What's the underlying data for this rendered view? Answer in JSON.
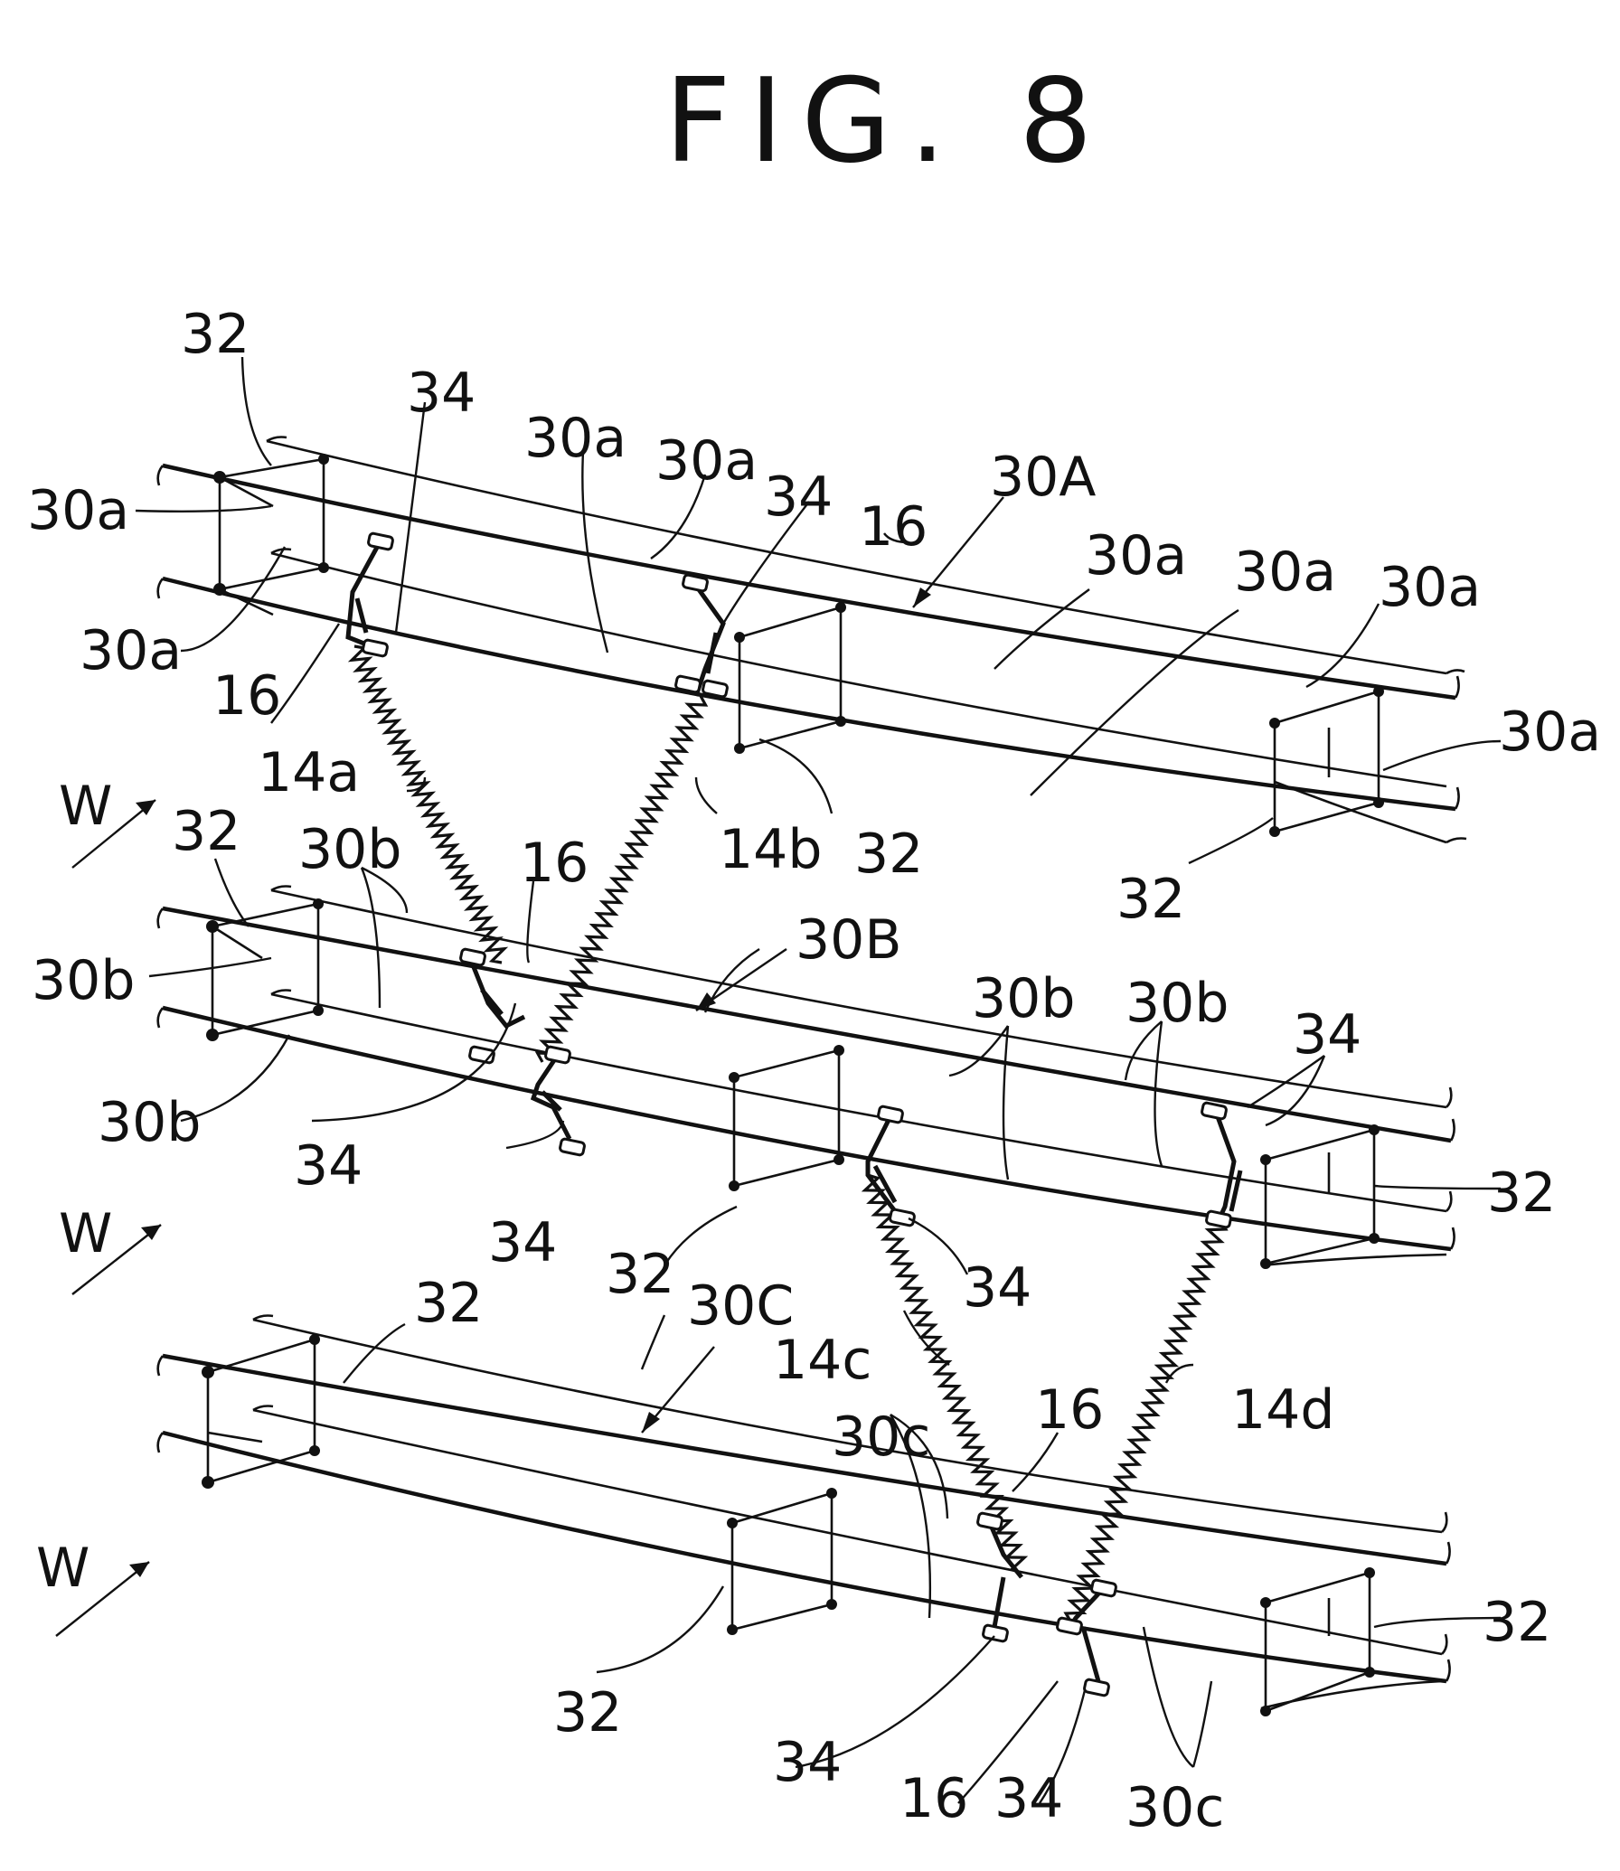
{
  "figure": {
    "title": "FIG. 8"
  },
  "labels": {
    "l_32_a1": "32",
    "l_34_a1": "34",
    "l_30a_1": "30a",
    "l_30a_2": "30a",
    "l_30a_3": "30a",
    "l_34_a2": "34",
    "l_16_a1": "16",
    "l_30A": "30A",
    "l_30a_4": "30a",
    "l_30a_5": "30a",
    "l_30a_6": "30a",
    "l_30a_7": "30a",
    "l_30a_8": "30a",
    "l_16_a2": "16",
    "l_14a": "14a",
    "l_14b": "14b",
    "l_32_a2": "32",
    "l_32_a3": "32",
    "l_w1": "W",
    "l_32_b1": "32",
    "l_30b_1": "30b",
    "l_16_b1": "16",
    "l_30B": "30B",
    "l_30b_2": "30b",
    "l_30b_3": "30b",
    "l_30b_4": "30b",
    "l_30b_5": "30b",
    "l_34_b1": "34",
    "l_34_b2": "34",
    "l_34_b3": "34",
    "l_32_b2": "32",
    "l_32_b3": "32",
    "l_34_b4": "34",
    "l_w2": "W",
    "l_32_c1": "32",
    "l_30C": "30C",
    "l_14c": "14c",
    "l_16_c1": "16",
    "l_14d": "14d",
    "l_30c_1": "30c",
    "l_w3": "W",
    "l_32_c2": "32",
    "l_32_c3": "32",
    "l_34_c1": "34",
    "l_16_c2": "16",
    "l_34_c2": "34",
    "l_30c_2": "30c"
  }
}
